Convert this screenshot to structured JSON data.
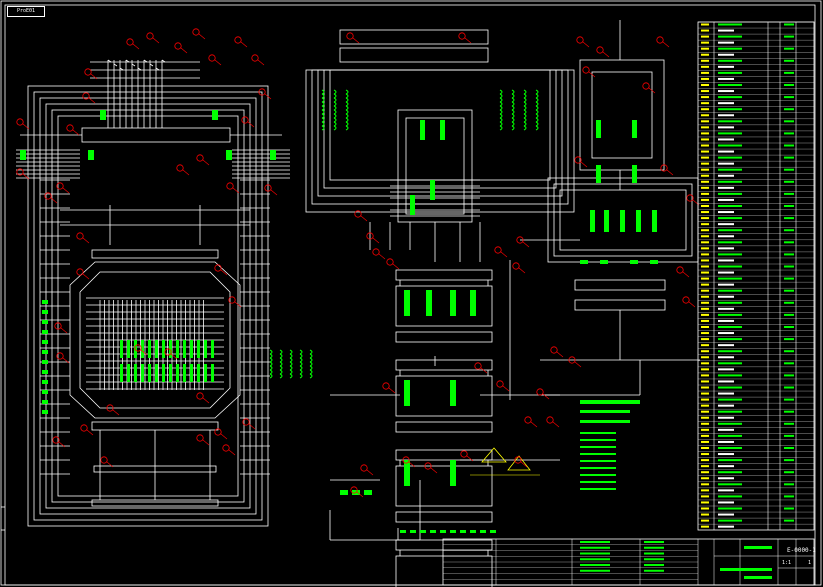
{
  "drawing": {
    "tab_label": "ProE01",
    "background": "#000000",
    "colors": {
      "wire": "#ffffff",
      "component": "#00ff00",
      "callout": "#ff0000",
      "label": "#ffff00",
      "frame": "#ffffff"
    }
  },
  "title_block": {
    "drawing_no": "E-0000-1",
    "sheet": "1",
    "scale": "1:1"
  }
}
